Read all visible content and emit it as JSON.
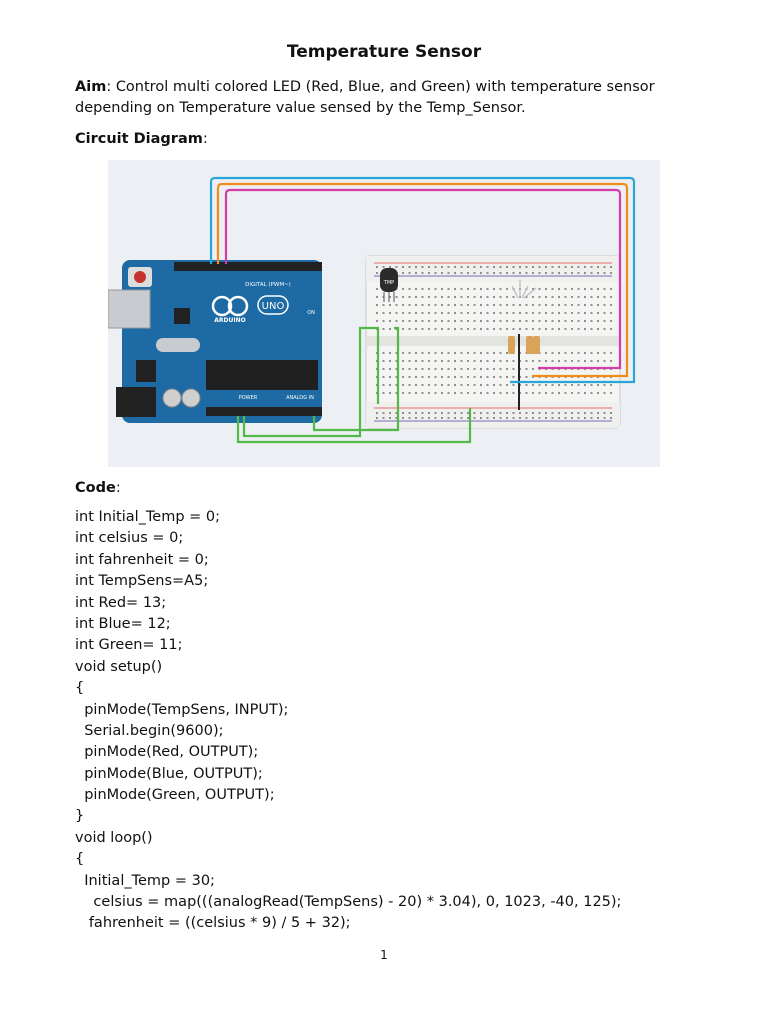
{
  "document": {
    "title": "Temperature Sensor",
    "aim_label": "Aim",
    "aim_text": "Control multi colored LED (Red, Blue, and Green) with temperature sensor depending on Temperature value sensed by the Temp_Sensor.",
    "circuit_label": "Circuit Diagram",
    "code_label": "Code",
    "page_number": "1"
  },
  "diagram": {
    "board_brand": "ARDUINO",
    "board_model": "UNO",
    "digital_header": "DIGITAL (PWM~)",
    "power_label": "POWER",
    "analog_label": "ANALOG IN",
    "on_label": "ON",
    "sensor_label": "TMP",
    "wire_colors": [
      "#2aa5d8",
      "#ef8c1c",
      "#d23da8",
      "#52b848"
    ]
  },
  "code_lines": [
    "int Initial_Temp = 0;",
    "int celsius = 0;",
    "int fahrenheit = 0;",
    "int TempSens=A5;",
    "int Red= 13;",
    "int Blue= 12;",
    "int Green= 11;",
    "void setup()",
    "{",
    "  pinMode(TempSens, INPUT);",
    "  Serial.begin(9600);",
    "  pinMode(Red, OUTPUT);",
    "  pinMode(Blue, OUTPUT);",
    "  pinMode(Green, OUTPUT);",
    "}",
    "void loop()",
    "{",
    "  Initial_Temp = 30;",
    "    celsius = map(((analogRead(TempSens) - 20) * 3.04), 0, 1023, -40, 125);",
    "   fahrenheit = ((celsius * 9) / 5 + 32);"
  ]
}
